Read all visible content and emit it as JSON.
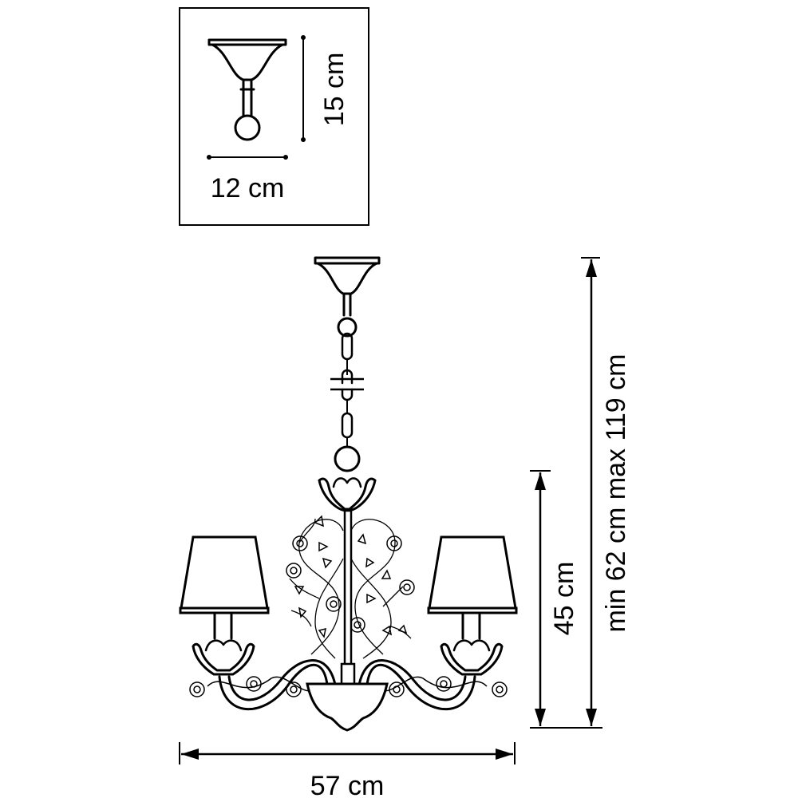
{
  "inset": {
    "height_label": "15 cm",
    "width_label": "12 cm"
  },
  "dimensions": {
    "height_body_label": "45 cm",
    "height_total_label": "min 62 cm max 119 cm",
    "width_label": "57 cm"
  }
}
